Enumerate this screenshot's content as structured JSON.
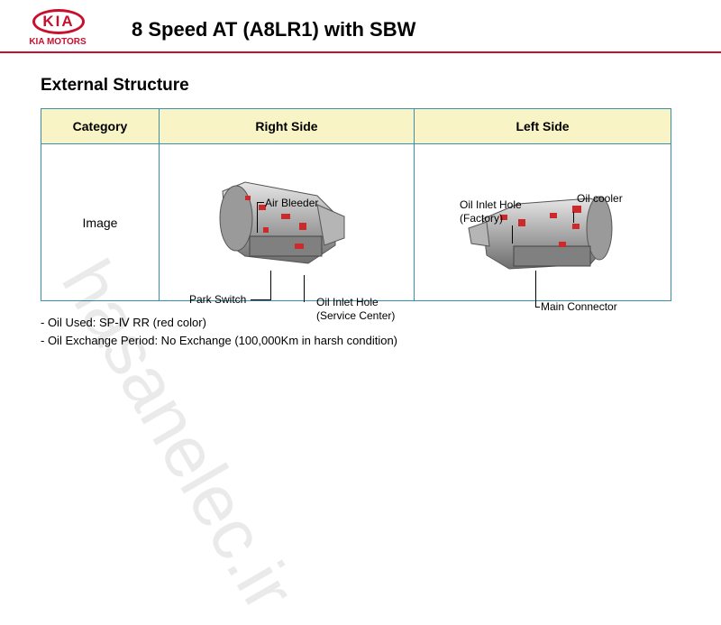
{
  "brand": {
    "logo_text": "KIA",
    "logo_sub": "KIA MOTORS"
  },
  "slide": {
    "title": "8 Speed AT (A8LR1) with SBW",
    "section_title": "External Structure"
  },
  "table": {
    "headers": [
      "Category",
      "Right Side",
      "Left Side"
    ],
    "row_label": "Image",
    "right_labels": {
      "air_bleeder": "Air Bleeder",
      "park_switch": "Park Switch",
      "oil_inlet_service_1": "Oil Inlet Hole",
      "oil_inlet_service_2": "(Service Center)"
    },
    "left_labels": {
      "oil_inlet_factory_1": "Oil Inlet Hole",
      "oil_inlet_factory_2": "(Factory)",
      "oil_cooler": "Oil cooler",
      "main_connector": "Main Connector"
    }
  },
  "notes": [
    "- Oil Used: SP-Ⅳ RR (red color)",
    "- Oil Exchange Period: No Exchange (100,000Km in harsh condition)"
  ],
  "watermark": "hasanelec.ir",
  "colors": {
    "brand_red": "#c8102e",
    "header_bg": "#f8f4c6",
    "table_border": "#3a8fb0"
  }
}
